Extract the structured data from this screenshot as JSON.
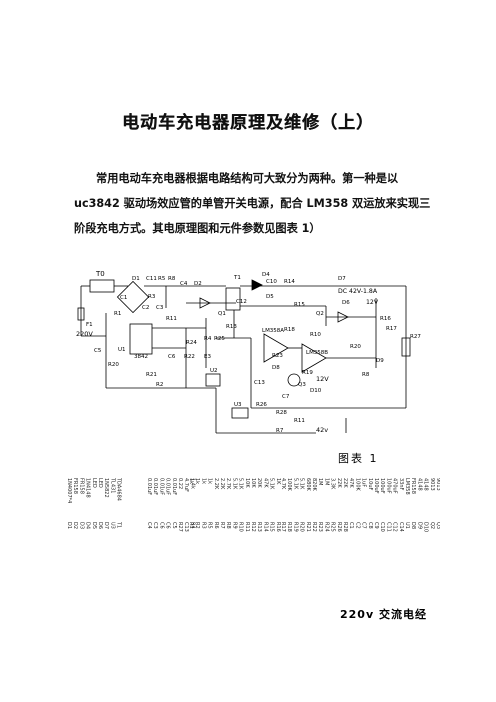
{
  "title": "电动车充电器原理及维修（上）",
  "paragraph": {
    "line1": "常用电动车充电器根据电路结构可大致分为两种。第一种是以",
    "line2": "uc3842 驱动场效应管的单管开关电源，配合 LM358 双运放来实现三",
    "line3": "阶段充电方式。其电原理图和元件参数见图表 1）"
  },
  "schematic_labels": {
    "t0": "T0",
    "f1": "F1",
    "ac": "220V",
    "d1": "D1",
    "c1": "C1",
    "c11": "C11",
    "r5": "R5",
    "r8": "R8",
    "c4": "C4",
    "d2": "D2",
    "t1": "T1",
    "d4": "D4",
    "c10": "C10",
    "r14": "R14",
    "d7": "D7",
    "dc": "DC 42V-1.8A",
    "v12a": "12V",
    "d6": "D6",
    "r16": "R16",
    "r17": "R17",
    "r27": "R27",
    "r3": "R3",
    "r1": "R1",
    "c2": "C2",
    "c3": "C3",
    "r11": "R11",
    "q1": "Q1",
    "c12": "C12",
    "d5": "D5",
    "r15": "R15",
    "q2": "Q2",
    "r13": "R13",
    "r18": "R18",
    "r10": "R10",
    "u1": "U1",
    "ic3842": "3842",
    "r4": "R4",
    "r25": "R25",
    "r24": "R24",
    "c6": "C6",
    "r22": "R22",
    "e3": "E3",
    "lm358a": "LM358A",
    "lm358b": "LM358B",
    "r20": "R20",
    "d9": "D9",
    "r8b": "R8",
    "c5": "C5",
    "r20b": "R20",
    "r23": "R23",
    "d8": "D8",
    "r19": "R19",
    "v12b": "12V",
    "r21": "R21",
    "u2": "U2",
    "r2": "R2",
    "c13": "C13",
    "q3": "Q3",
    "d10": "D10",
    "c7": "C7",
    "u3": "U3",
    "r26": "R26",
    "r28": "R28",
    "r11b": "R11",
    "r7": "R7",
    "v42": "42v"
  },
  "figure_caption": "图表 1",
  "bom": {
    "groups": [
      {
        "rows": [
          "1N4007*4",
          "FR158",
          "FR158",
          "1N4148",
          "LED",
          "LED",
          "1N5822",
          "TL431",
          "TDA4684"
        ],
        "cols": [
          "D1",
          "D2",
          "D3",
          "D4",
          "D5",
          "D6",
          "D7",
          "U3",
          "T1"
        ]
      },
      {
        "rows": [
          "0.01uF",
          "0.01uF",
          "0.01uF",
          "0.01uF",
          "0.01uF",
          "0.22",
          "4.7uF",
          "1.4k"
        ],
        "cols": [
          "C4",
          "C3",
          "C6",
          "C6",
          "C5",
          "R27",
          "C13",
          "R4"
        ]
      },
      {
        "rows": [
          "1k",
          "1k",
          "1k",
          "1k",
          "2.2K",
          "2.2K",
          "2.7K",
          "5.1K",
          "5.1K",
          "10K",
          "10K",
          "20K",
          "47K",
          "5.1K",
          "1K"
        ],
        "cols": [
          "R1",
          "R2",
          "R3",
          "R5",
          "R6",
          "R7",
          "R8",
          "R9",
          "R10",
          "R11",
          "R12",
          "R13",
          "R14",
          "R15",
          "R16"
        ]
      },
      {
        "rows": [
          "4.7K",
          "100K",
          "5.1K",
          "5.1K",
          "680K",
          "820K",
          "1M",
          "1M",
          "3.3K",
          "22K",
          "22K",
          "47K",
          "100K",
          "1uF",
          "10uF",
          "100uF",
          "100uF",
          "100uF",
          "470uF",
          "33nF",
          "LM358",
          "FR158",
          "4148",
          "4148",
          "9013",
          "9013"
        ],
        "cols": [
          "R17",
          "R18",
          "R19",
          "R20",
          "R21",
          "R22",
          "R23",
          "R24",
          "R25",
          "R26",
          "R28",
          "C1",
          "C2",
          "C7",
          "C8",
          "C9",
          "C10",
          "C11",
          "C12",
          "C14",
          "U1",
          "D8",
          "D9",
          "D10",
          "Q2",
          "Q3"
        ]
      }
    ]
  },
  "footer": "220v 交流电经"
}
